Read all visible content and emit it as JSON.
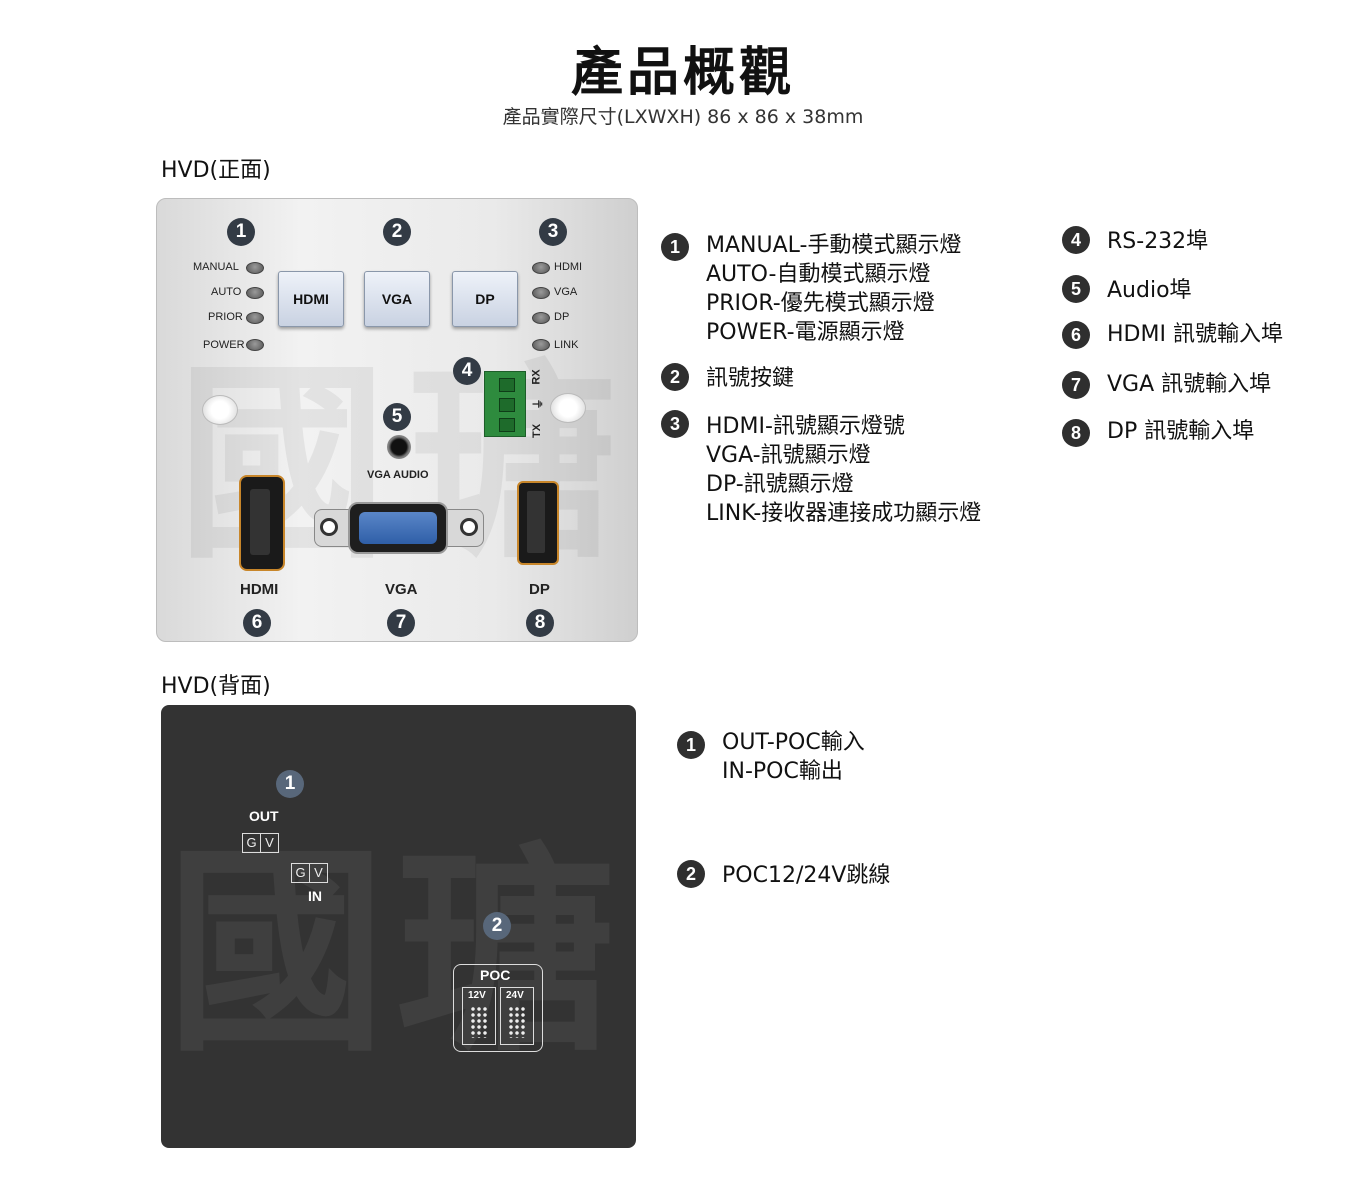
{
  "header": {
    "title": "產品概觀",
    "subtitle": "產品實際尺寸(LXWXH) 86 x 86 x 38mm"
  },
  "front": {
    "section_label": "HVD(正面)",
    "badges": [
      "1",
      "2",
      "3",
      "4",
      "5",
      "6",
      "7",
      "8"
    ],
    "led_left": [
      "MANUAL",
      "AUTO",
      "PRIOR",
      "POWER"
    ],
    "led_right": [
      "HDMI",
      "VGA",
      "DP",
      "LINK"
    ],
    "buttons": [
      "HDMI",
      "VGA",
      "DP"
    ],
    "rs232": {
      "rx": "RX",
      "gnd": "⏚",
      "tx": "TX"
    },
    "audio_label": "VGA AUDIO",
    "ports": [
      "HDMI",
      "VGA",
      "DP"
    ],
    "watermark": [
      "國",
      "瑭"
    ]
  },
  "front_desc": [
    {
      "num": "1",
      "lines": [
        "MANUAL-手動模式顯示燈",
        "AUTO-自動模式顯示燈",
        "PRIOR-優先模式顯示燈",
        "POWER-電源顯示燈"
      ]
    },
    {
      "num": "2",
      "lines": [
        "訊號按鍵"
      ]
    },
    {
      "num": "3",
      "lines": [
        "HDMI-訊號顯示燈號",
        "VGA-訊號顯示燈",
        "DP-訊號顯示燈",
        "LINK-接收器連接成功顯示燈"
      ]
    },
    {
      "num": "4",
      "lines": [
        "RS-232埠"
      ]
    },
    {
      "num": "5",
      "lines": [
        "Audio埠"
      ]
    },
    {
      "num": "6",
      "lines": [
        "HDMI 訊號輸入埠"
      ]
    },
    {
      "num": "7",
      "lines": [
        "VGA 訊號輸入埠"
      ]
    },
    {
      "num": "8",
      "lines": [
        "DP 訊號輸入埠"
      ]
    }
  ],
  "back": {
    "section_label": "HVD(背面)",
    "badges": [
      "1",
      "2"
    ],
    "out_label": "OUT",
    "in_label": "IN",
    "g": "G",
    "v": "V",
    "poc_label": "POC",
    "v12": "12V",
    "v24": "24V",
    "watermark": [
      "國",
      "瑭"
    ]
  },
  "back_desc": [
    {
      "num": "1",
      "lines": [
        "OUT-POC輸入",
        "IN-POC輸出"
      ]
    },
    {
      "num": "2",
      "lines": [
        "POC12/24V跳線"
      ]
    }
  ]
}
